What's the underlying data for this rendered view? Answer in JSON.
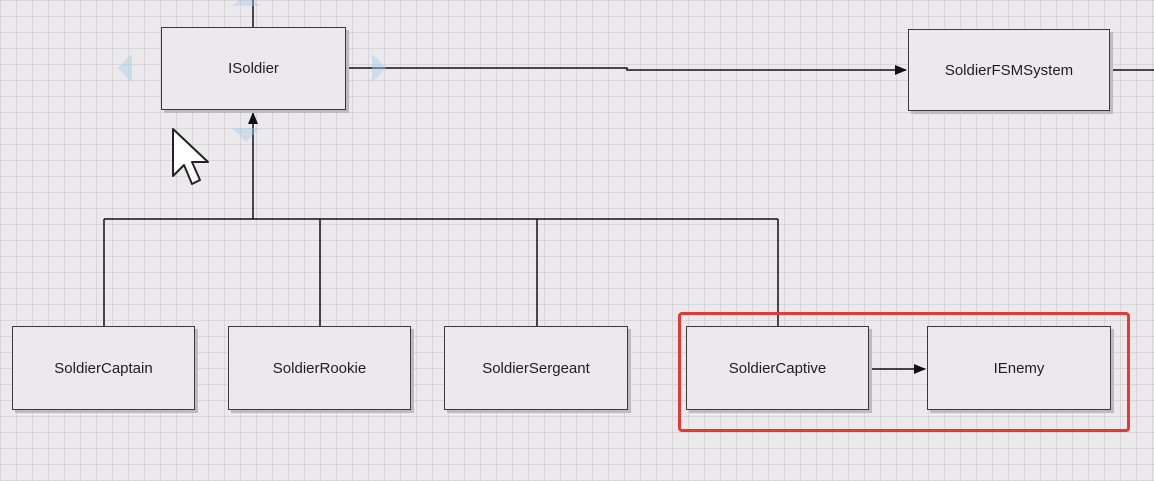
{
  "diagram": {
    "nodes": {
      "isoldier": "ISoldier",
      "fsm_system": "SoldierFSMSystem",
      "captain": "SoldierCaptain",
      "rookie": "SoldierRookie",
      "sergeant": "SoldierSergeant",
      "captive": "SoldierCaptive",
      "ienemy": "IEnemy"
    },
    "relations": [
      {
        "from": "captain",
        "to": "isoldier",
        "kind": "inheritance"
      },
      {
        "from": "rookie",
        "to": "isoldier",
        "kind": "inheritance"
      },
      {
        "from": "sergeant",
        "to": "isoldier",
        "kind": "inheritance"
      },
      {
        "from": "captive",
        "to": "isoldier",
        "kind": "inheritance"
      },
      {
        "from": "isoldier",
        "to": "fsm_system",
        "kind": "association"
      },
      {
        "from": "captive",
        "to": "ienemy",
        "kind": "association"
      }
    ],
    "highlighted": [
      "captive",
      "ienemy"
    ]
  },
  "colors": {
    "background": "#ebe9ec",
    "border": "#3a3a3a",
    "line": "#111111",
    "highlight": "#e53935",
    "hint": "#a9cbe8"
  },
  "icons": {
    "cursor": "mouse-pointer-icon"
  }
}
